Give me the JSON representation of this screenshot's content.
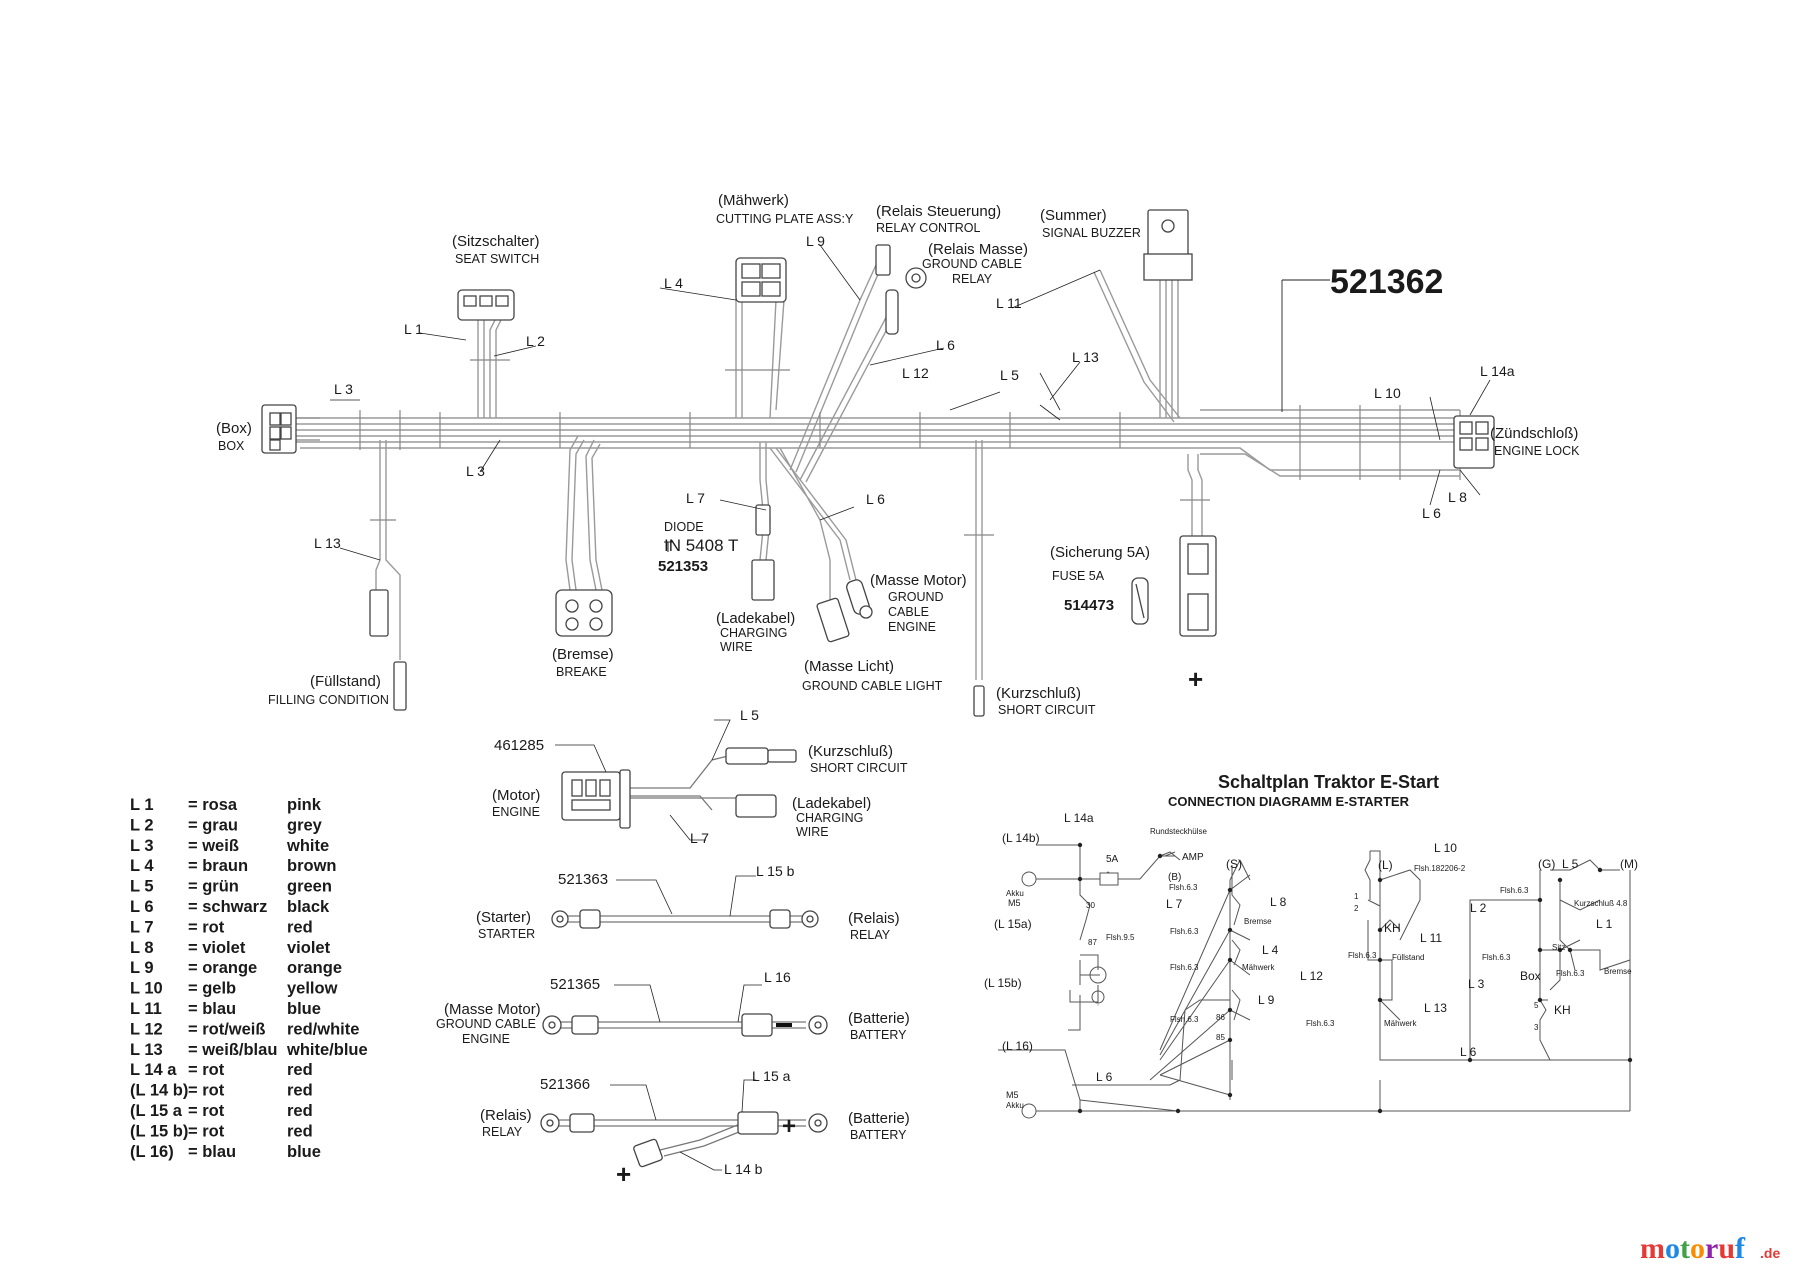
{
  "harness": {
    "part_number": "521362",
    "components": {
      "box": {
        "de": "(Box)",
        "en": "BOX"
      },
      "seat_switch": {
        "de": "(Sitzschalter)",
        "en": "SEAT SWITCH"
      },
      "cutting_plate": {
        "de": "(Mähwerk)",
        "en": "CUTTING PLATE ASS:Y"
      },
      "relay_control": {
        "de": "(Relais Steuerung)",
        "en": "RELAY CONTROL"
      },
      "relay_ground": {
        "de": "(Relais Masse)",
        "en1": "GROUND CABLE",
        "en2": "RELAY"
      },
      "buzzer": {
        "de": "(Summer)",
        "en": "SIGNAL BUZZER"
      },
      "engine_lock": {
        "de": "(Zündschloß)",
        "en": "ENGINE LOCK"
      },
      "filling": {
        "de": "(Füllstand)",
        "en": "FILLING CONDITION"
      },
      "brake": {
        "de": "(Bremse)",
        "en": "BREAKE"
      },
      "diode": {
        "label": "DIODE",
        "type": "IN 5408 T",
        "part": "521353"
      },
      "charging": {
        "de": "(Ladekabel)",
        "en1": "CHARGING",
        "en2": "WIRE"
      },
      "ground_engine": {
        "de": "(Masse Motor)",
        "en1": "GROUND",
        "en2": "CABLE",
        "en3": "ENGINE"
      },
      "ground_light": {
        "de": "(Masse Licht)",
        "en": "GROUND CABLE LIGHT"
      },
      "short_circuit": {
        "de": "(Kurzschluß)",
        "en": "SHORT CIRCUIT"
      },
      "fuse": {
        "de": "(Sicherung 5A)",
        "en": "FUSE 5A",
        "part": "514473"
      }
    },
    "wire_labels": {
      "l1": "L 1",
      "l2": "L 2",
      "l3a": "L 3",
      "l3b": "L 3",
      "l4": "L 4",
      "l5": "L 5",
      "l6a": "L 6",
      "l6b": "L 6",
      "l6c": "L 6",
      "l7": "L 7",
      "l8": "L 8",
      "l9": "L 9",
      "l10": "L 10",
      "l11": "L 11",
      "l12": "L 12",
      "l13a": "L 13",
      "l13b": "L 13",
      "l14a": "L 14a"
    },
    "plus": "+"
  },
  "motor_cable": {
    "part": "461285",
    "motor": {
      "de": "(Motor)",
      "en": "ENGINE"
    },
    "short": {
      "de": "(Kurzschluß)",
      "en": "SHORT CIRCUIT"
    },
    "charging": {
      "de": "(Ladekabel)",
      "en1": "CHARGING",
      "en2": "WIRE"
    },
    "l5": "L 5",
    "l7": "L 7"
  },
  "cables": [
    {
      "part": "521363",
      "wire": "L 15 b",
      "left_de": "(Starter)",
      "left_en": "STARTER",
      "right_de": "(Relais)",
      "right_en": "RELAY"
    },
    {
      "part": "521365",
      "wire": "L 16",
      "left_de": "(Masse Motor)",
      "left_en1": "GROUND CABLE",
      "left_en2": "ENGINE",
      "right_de": "(Batterie)",
      "right_en": "BATTERY"
    },
    {
      "part": "521366",
      "wire": "L 15 a",
      "wire2": "L 14 b",
      "left_de": "(Relais)",
      "left_en": "RELAY",
      "right_de": "(Batterie)",
      "right_en": "BATTERY",
      "plus": "+"
    }
  ],
  "legend": [
    {
      "code": "L 1",
      "de": "= rosa",
      "en": "pink"
    },
    {
      "code": "L 2",
      "de": "= grau",
      "en": "grey"
    },
    {
      "code": "L 3",
      "de": "= weiß",
      "en": "white"
    },
    {
      "code": "L 4",
      "de": "= braun",
      "en": "brown"
    },
    {
      "code": "L 5",
      "de": "= grün",
      "en": "green"
    },
    {
      "code": "L 6",
      "de": "= schwarz",
      "en": "black"
    },
    {
      "code": "L 7",
      "de": "= rot",
      "en": "red"
    },
    {
      "code": "L 8",
      "de": "= violet",
      "en": "violet"
    },
    {
      "code": "L 9",
      "de": "= orange",
      "en": "orange"
    },
    {
      "code": "L 10",
      "de": "= gelb",
      "en": "yellow"
    },
    {
      "code": "L 11",
      "de": "= blau",
      "en": "blue"
    },
    {
      "code": "L 12",
      "de": "= rot/weiß",
      "en": "red/white"
    },
    {
      "code": "L 13",
      "de": "= weiß/blau",
      "en": "white/blue"
    },
    {
      "code": "L 14 a",
      "de": "= rot",
      "en": "red"
    },
    {
      "code": "(L 14 b)",
      "de": "= rot",
      "en": "red"
    },
    {
      "code": "(L 15 a",
      "de": "= rot",
      "en": "red"
    },
    {
      "code": "(L 15 b)",
      "de": "= rot",
      "en": "red"
    },
    {
      "code": "(L 16)",
      "de": "= blau",
      "en": "blue"
    }
  ],
  "schematic": {
    "title": "Schaltplan Traktor E-Start",
    "subtitle": "CONNECTION DIAGRAMM E-STARTER",
    "labels": {
      "l14b": "(L 14b)",
      "l14a": "L 14a",
      "rund": "Rundsteckhülse",
      "amp": "AMP",
      "b": "(B)",
      "five_a": "5A",
      "akku": "Akku",
      "m5": "M5",
      "l15a": "(L 15a)",
      "n30": "30",
      "n87": "87",
      "n86": "86",
      "n85": "85",
      "l15b": "(L 15b)",
      "l16": "(L 16)",
      "l6a": "L 6",
      "l6b": "L 6",
      "l7": "L 7",
      "s": "(S)",
      "l8": "L 8",
      "bremse": "Bremse",
      "l4": "L 4",
      "maehwerk": "Mähwerk",
      "l9": "L 9",
      "l12": "L 12",
      "l10": "L 10",
      "lterm": "(L)",
      "flsh": "Flsh.6.3",
      "flsh95": "Flsh.9.5",
      "flsh_special": "Flsh.182206-2",
      "l11": "L 11",
      "fuellstand": "Füllstand",
      "l13": "L 13",
      "maehwerk2": "Mähwerk",
      "kh": "KH",
      "g": "(G)",
      "l5": "L 5",
      "m": "(M)",
      "kurz": "Kurzschluß 4.8",
      "l2": "L 2",
      "l1": "L 1",
      "sitz": "Sitz",
      "box": "Box",
      "bremse2": "Bremse",
      "l3": "L 3",
      "kh2": "KH",
      "n1": "1",
      "n2": "2",
      "n5": "5",
      "n3": "3",
      "flsh63b": "Flsh.6.3"
    }
  },
  "watermark": {
    "main": "motoruf",
    "suffix": ".de",
    "colors": {
      "m": "#e53935",
      "o1": "#1e88e5",
      "t": "#43a047",
      "o2": "#fb8c00",
      "r": "#8e24aa",
      "u": "#e53935",
      "f": "#1e88e5"
    }
  }
}
